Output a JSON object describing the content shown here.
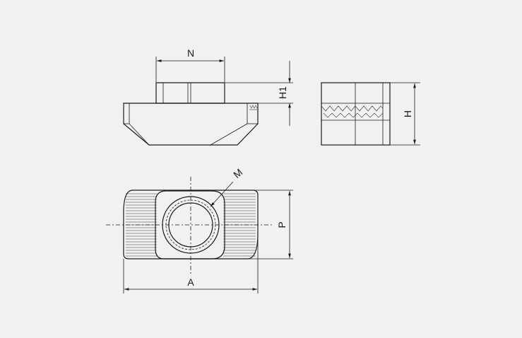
{
  "drawing": {
    "labels": {
      "n": "N",
      "h1": "H1",
      "h": "H",
      "m": "M",
      "p": "P",
      "a": "A"
    }
  }
}
